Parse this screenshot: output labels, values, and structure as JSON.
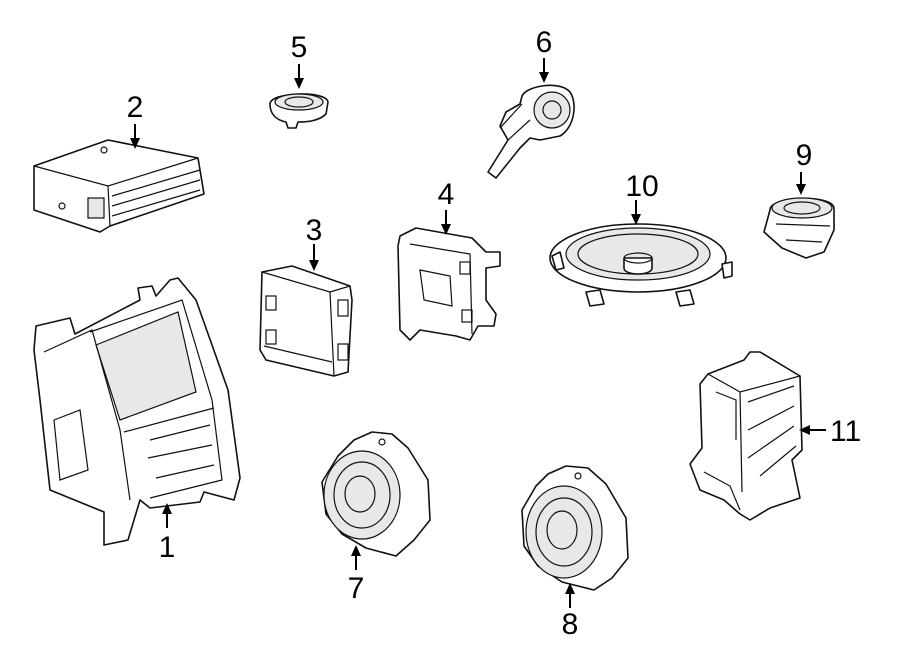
{
  "diagram": {
    "callouts": [
      {
        "label": "1"
      },
      {
        "label": "2"
      },
      {
        "label": "3"
      },
      {
        "label": "4"
      },
      {
        "label": "5"
      },
      {
        "label": "6"
      },
      {
        "label": "7"
      },
      {
        "label": "8"
      },
      {
        "label": "9"
      },
      {
        "label": "10"
      },
      {
        "label": "11"
      }
    ]
  }
}
